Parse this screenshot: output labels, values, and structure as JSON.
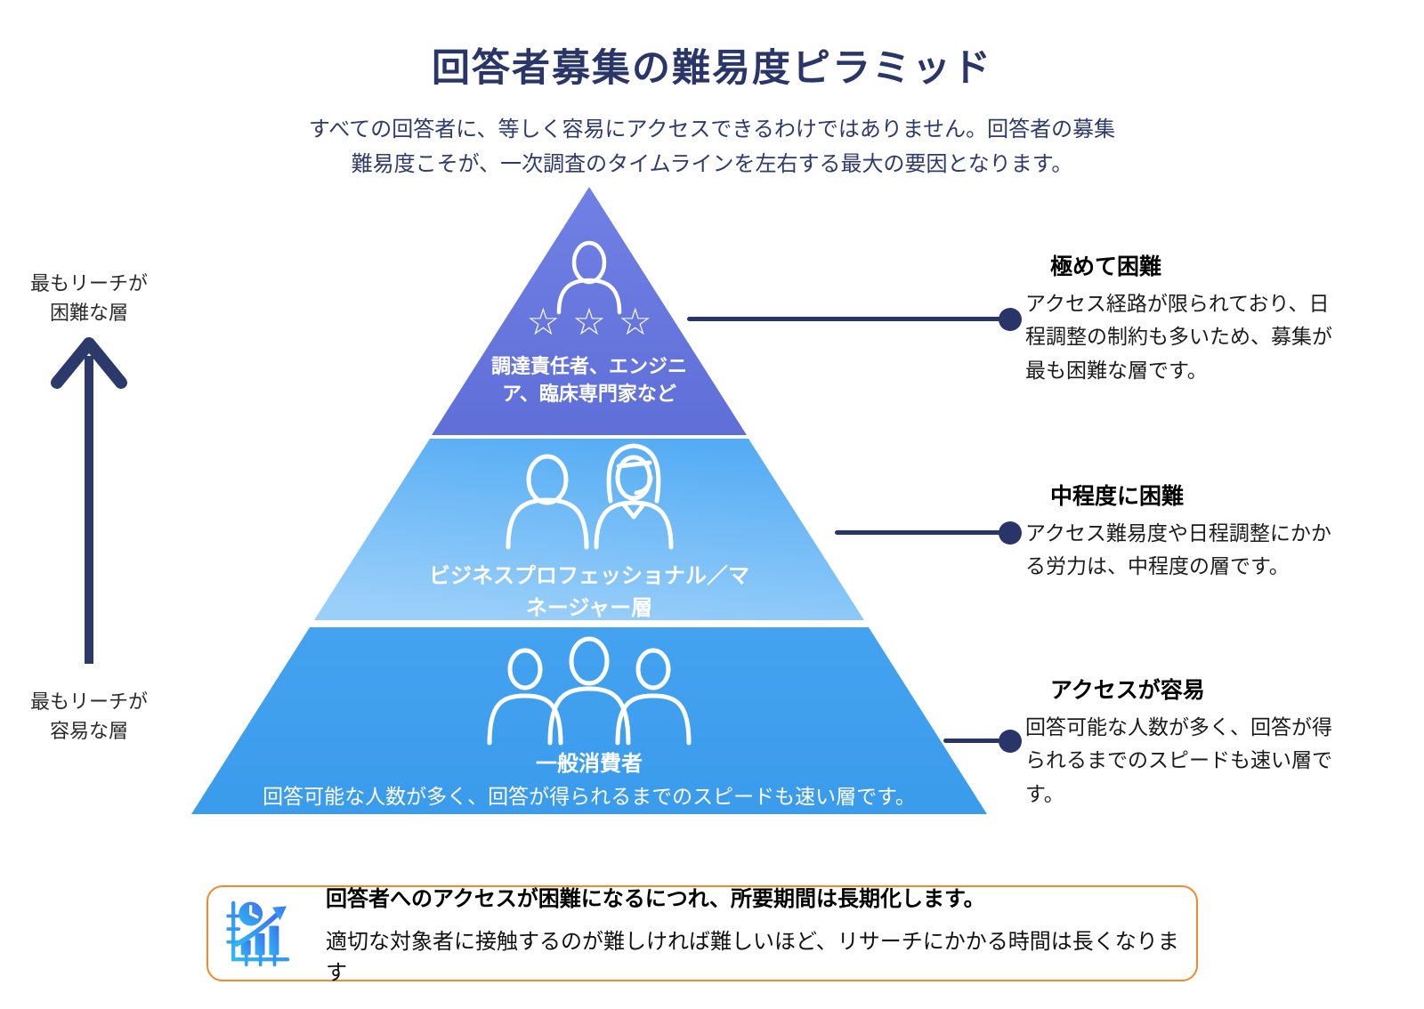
{
  "title": "回答者募集の難易度ピラミッド",
  "subtitle": "すべての回答者に、等しく容易にアクセスできるわけではありません。回答者の募集\n難易度こそが、一次調査のタイムラインを左右する最大の要因となります。",
  "axis": {
    "top_label": "最もリーチが\n困難な層",
    "bottom_label": "最もリーチが\n容易な層",
    "arrow_color": "#2B3A6B"
  },
  "pyramid": {
    "tiers": [
      {
        "name": "top",
        "stars": "☆☆☆",
        "label": "調達責任者、エンジニ\nア、臨床専門家など",
        "color": "#6677DC"
      },
      {
        "name": "middle",
        "label": "ビジネスプロフェッショナル／マ\nネージャー層",
        "color": "#55ACF4"
      },
      {
        "name": "bottom",
        "label": "一般消費者",
        "description": "回答可能な人数が多く、回答が得られるまでのスピードも速い層です。",
        "color": "#3E9FEE"
      }
    ]
  },
  "annotations": [
    {
      "title": "極めて困難",
      "body": "アクセス経路が限られており、日\n程調整の制約も多いため、募集が\n最も困難な層です。"
    },
    {
      "title": "中程度に困難",
      "body": "アクセス難易度や日程調整にかか\nる労力は、中程度の層です。"
    },
    {
      "title": "アクセスが容易",
      "body": "回答可能な人数が多く、回答が得\nられるまでのスピードも速い層で\nす。"
    }
  ],
  "callout": {
    "heading": "回答者へのアクセスが困難になるにつれ、所要期間は長期化します。",
    "body": "適切な対象者に接触するのが難しければ難しいほど、リサーチにかかる時間は長くなります",
    "border_color": "#F5882E"
  },
  "colors": {
    "title_navy": "#2A3568",
    "connector_navy": "#293569",
    "tier_top": "#6677DC",
    "tier_middle": "#55ACF4",
    "tier_bottom": "#3E9FEE",
    "callout_orange": "#F5882E"
  }
}
